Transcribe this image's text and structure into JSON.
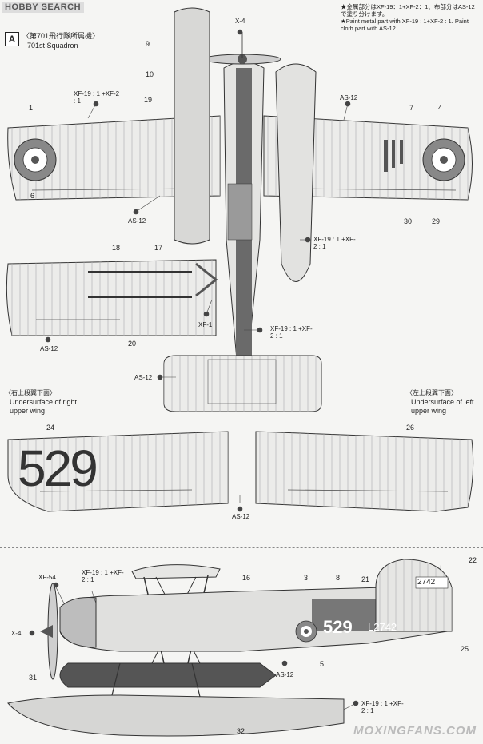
{
  "watermark_top": "HOBBY SEARCH",
  "watermark_bottom": "MOXINGFANS.COM",
  "section": {
    "letter": "A",
    "title_jp": "〈第701飛行隊所属機〉",
    "title_en": "701st Squadron"
  },
  "notes": {
    "jp": "★金属部分はXF-19：1+XF-2：1、布部分はAS-12で塗り分けます。",
    "en": "★Paint metal part with XF-19 : 1+XF-2 : 1. Paint cloth part with AS-12."
  },
  "paints": {
    "xf19_mix": "XF-19 : 1 +XF-2 : 1",
    "as12": "AS-12",
    "xf1": "XF-1",
    "x4": "X-4",
    "xf54": "XF-54"
  },
  "captions": {
    "right_wing_jp": "〈右上段翼下面〉",
    "right_wing_en_1": "Undersurface of right",
    "right_wing_en_2": "upper wing",
    "left_wing_jp": "〈左上段翼下面〉",
    "left_wing_en_1": "Undersurface of left",
    "left_wing_en_2": "upper wing"
  },
  "markings": {
    "under_wing_number": "529",
    "side_number": "529",
    "side_code": "L2742",
    "tail_letter": "L",
    "tail_number": "2742"
  },
  "callouts": [
    "1",
    "4",
    "6",
    "7",
    "9",
    "10",
    "16",
    "17",
    "18",
    "19",
    "20",
    "21",
    "22",
    "24",
    "26",
    "29",
    "30",
    "31",
    "32",
    "3",
    "5",
    "8",
    "25"
  ],
  "colors": {
    "paper": "#f5f5f3",
    "line": "#333333",
    "dark_panel": "#5a5a5a",
    "mid_gray": "#9a9a9a",
    "light_gray": "#d6d6d6"
  }
}
